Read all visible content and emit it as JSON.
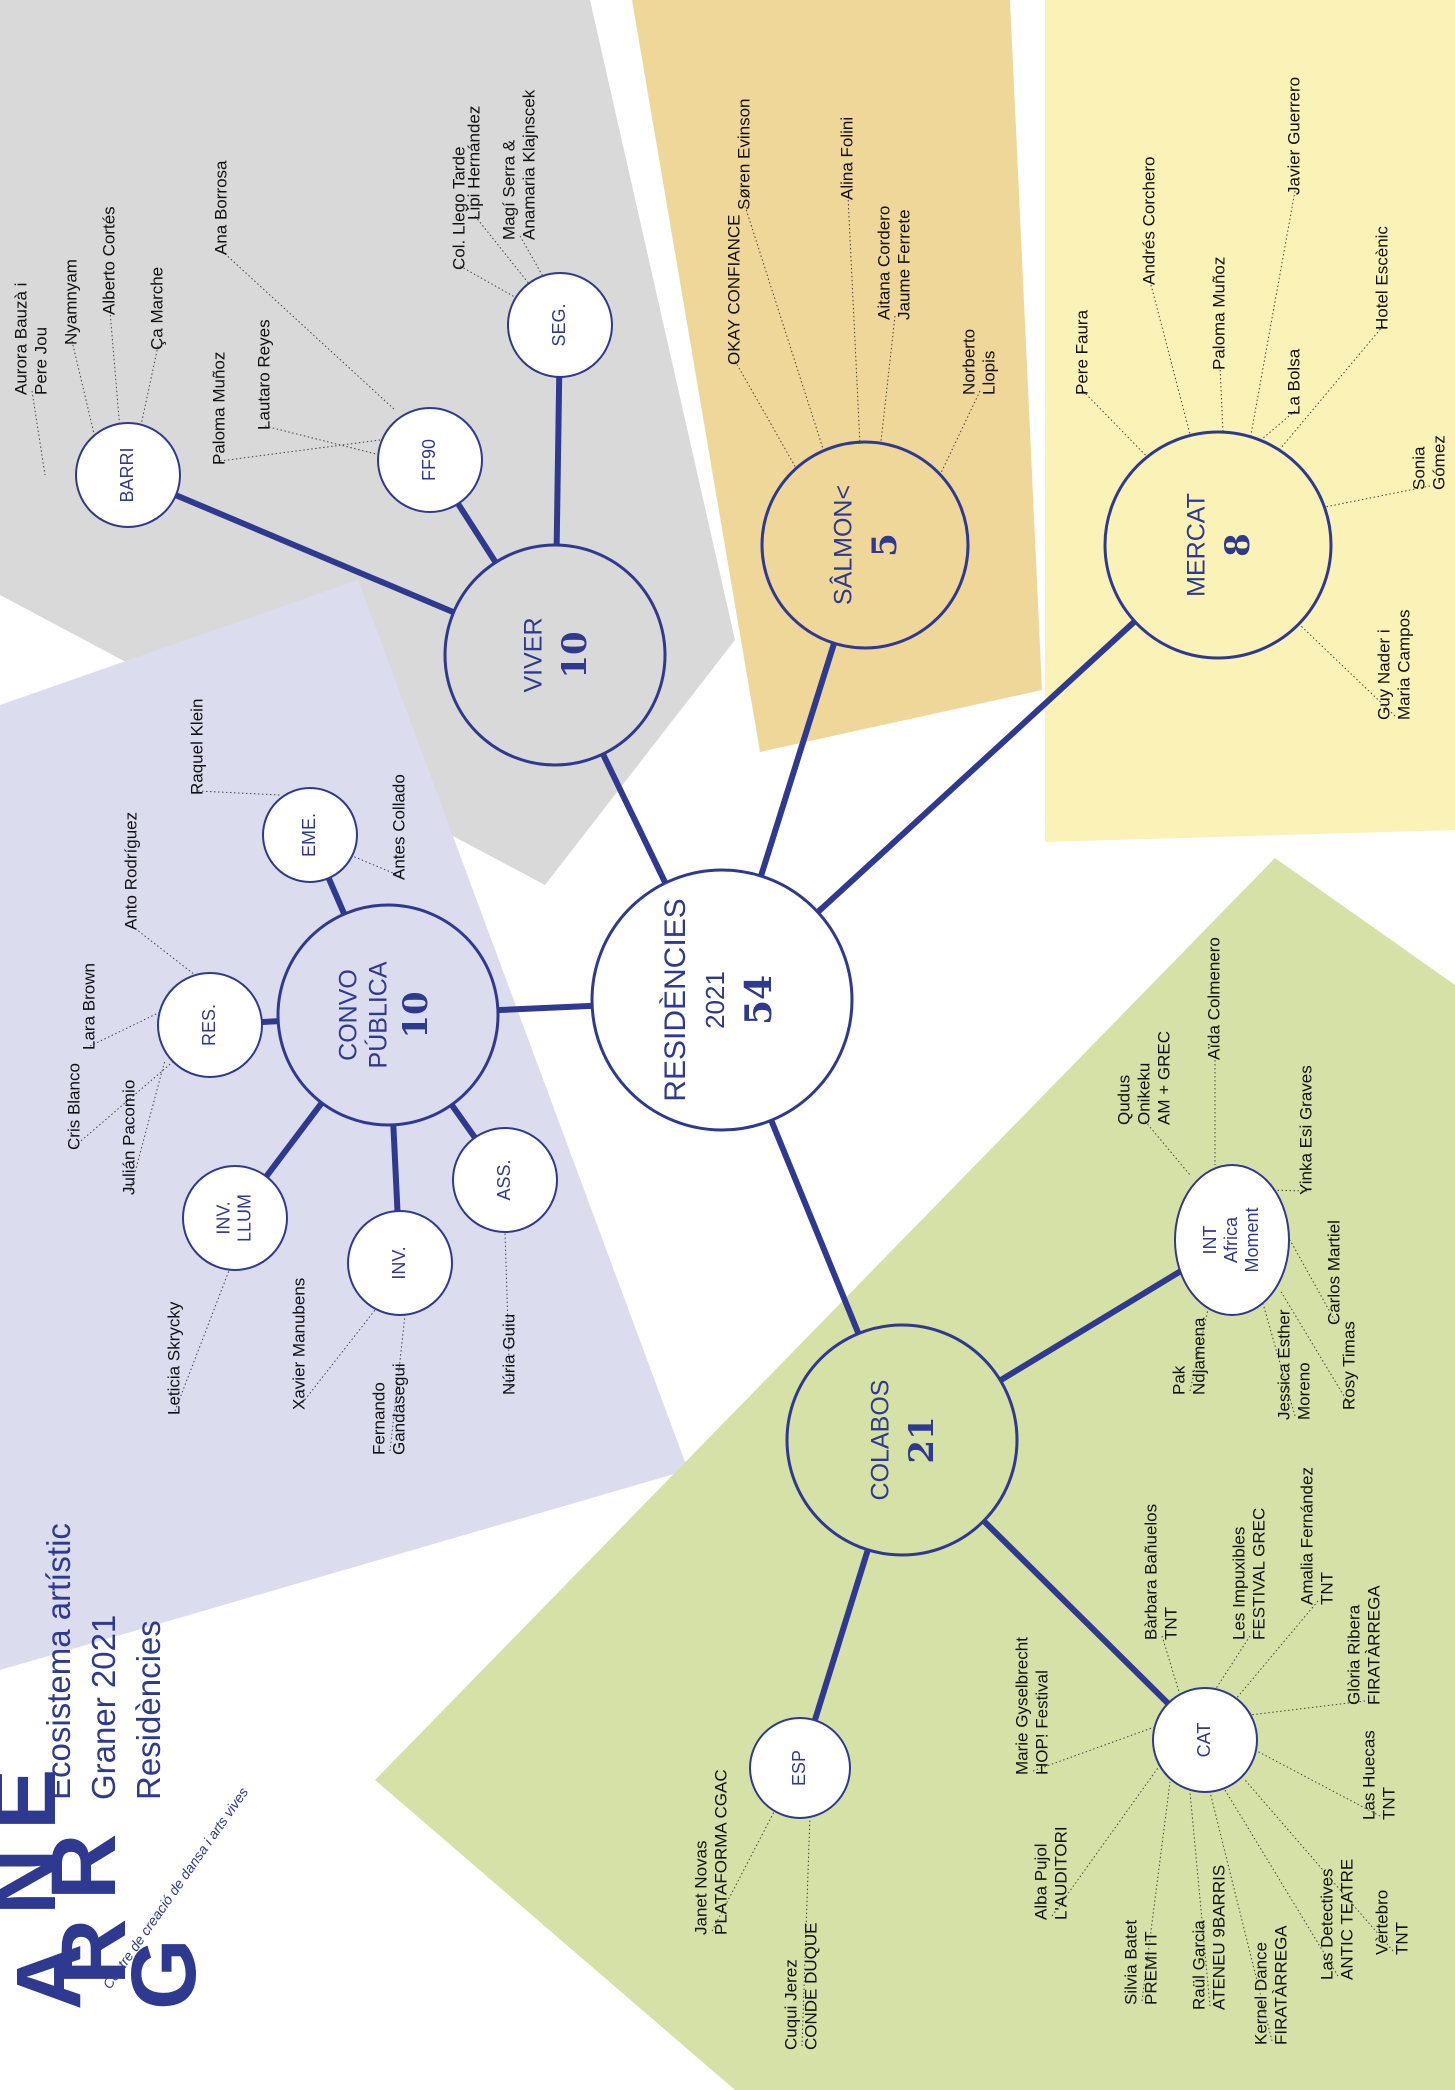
{
  "title_lines": [
    "Ecosistema artístic",
    "Graner 2021",
    "Residències"
  ],
  "logo": {
    "letters": [
      "G",
      "R",
      "A",
      "N",
      "E",
      "R"
    ],
    "tagline": "Centre de creació de dansa i arts vives"
  },
  "colors": {
    "navy": "#2e3a8f",
    "grey_band": "#d9d9d9",
    "lilac_band": "#dcdcef",
    "orange_band": "#efd79a",
    "yellow_band": "#fbf2b8",
    "green_band": "#d5e1a6",
    "sub_fill": "#ffffff",
    "ink": "#111111"
  },
  "center": {
    "name": "RESIDÈNCIES",
    "year": "2021",
    "count": "54"
  },
  "main_nodes": {
    "viver": {
      "name": "VIVER",
      "count": "10"
    },
    "salmon": {
      "name": "SÂLMON<",
      "count": "5"
    },
    "mercat": {
      "name": "MERCAT",
      "count": "8"
    },
    "convo": {
      "name_lines": [
        "CONVO",
        "PÚBLICA"
      ],
      "count": "10"
    },
    "colabos": {
      "name": "COLABOS",
      "count": "21"
    }
  },
  "sub_nodes": {
    "barri": "BARRI",
    "ff90": "FF90",
    "seg": "SEG.",
    "eme": "EME.",
    "res": "RES.",
    "inv_llum": [
      "INV.",
      "LLUM"
    ],
    "inv": "INV.",
    "ass": "ASS.",
    "esp": "ESP",
    "cat": "CAT",
    "int": [
      "INT",
      "Africa",
      "Moment"
    ]
  },
  "labels": {
    "barri": [
      [
        "Aurora Bauzà i",
        "Pere Jou"
      ],
      [
        "Nyamnyam"
      ],
      [
        "Alberto Cortés"
      ],
      [
        "Ça Marche"
      ]
    ],
    "ff90": [
      [
        "Paloma Muñoz"
      ],
      [
        "Lautaro Reyes"
      ],
      [
        "Ana Borrosa"
      ]
    ],
    "seg": [
      [
        "Col. Llego Tarde"
      ],
      [
        "Lipi Hernández"
      ],
      [
        "Magí Serra &",
        "Anamaria Klajnscek"
      ]
    ],
    "salmon": [
      [
        "OKAY CONFIANCE"
      ],
      [
        "Søren Evinson"
      ],
      [
        "Alina Folini"
      ],
      [
        "Aitana Cordero",
        "Jaume Ferrete"
      ],
      [
        "Norberto",
        "Llopis"
      ]
    ],
    "mercat": [
      [
        "Pere Faura"
      ],
      [
        "Andrés Corchero"
      ],
      [
        "Paloma Muñoz"
      ],
      [
        "Javier Guerrero"
      ],
      [
        "La Bolsa"
      ],
      [
        "Hotel Escènic"
      ],
      [
        "Sonia",
        "Gómez"
      ],
      [
        "Guy Nader i",
        "Maria Campos"
      ]
    ],
    "eme": [
      [
        "Raquel Klein"
      ],
      [
        "Antes Collado"
      ]
    ],
    "res": [
      [
        "Cris Blanco"
      ],
      [
        "Lara Brown"
      ],
      [
        "Anto Rodríguez"
      ],
      [
        "Julián Pacomio"
      ]
    ],
    "inv_llum": [
      [
        "Leticia Skrycky"
      ]
    ],
    "inv": [
      [
        "Xavier Manubens"
      ],
      [
        "Fernando",
        "Gandasegui"
      ]
    ],
    "ass": [
      [
        "Núria Guiu"
      ]
    ],
    "int": [
      [
        "Qudus",
        "Onikeku",
        "AM + GREC"
      ],
      [
        "Aïda Colmenero"
      ],
      [
        "Yinka Esi Graves"
      ],
      [
        "Carlos Martiel"
      ],
      [
        "Rosy Timas"
      ],
      [
        "Jessica Esther",
        "Moreno"
      ],
      [
        "Pak",
        "Ndjamena"
      ]
    ],
    "cat": [
      [
        "Bàrbara Bañuelos",
        "TNT"
      ],
      [
        "Les Impuxibles",
        "FESTIVAL GREC"
      ],
      [
        "Amalia Fernández",
        "TNT"
      ],
      [
        "Glòria Ribera",
        "FIRATÀRREGA"
      ],
      [
        "Las Huecas",
        "TNT"
      ],
      [
        "Vèrtebro",
        "TNT"
      ],
      [
        "Las Detectives",
        "ANTIC TEATRE"
      ],
      [
        "Kernel Dance",
        "FIRATÀRREGA"
      ],
      [
        "Raül Garcia",
        "ATENEU 9BARRIS"
      ],
      [
        "Silvia Batet",
        "PREMI IT"
      ],
      [
        "Alba Pujol",
        "L'AUDITORI"
      ],
      [
        "Marie Gyselbrecht",
        "HOP! Festival"
      ]
    ],
    "esp": [
      [
        "Janet Novas",
        "PLATAFORMA CGAC"
      ],
      [
        "Cuqui Jerez",
        "CONDE DUQUE"
      ]
    ]
  }
}
